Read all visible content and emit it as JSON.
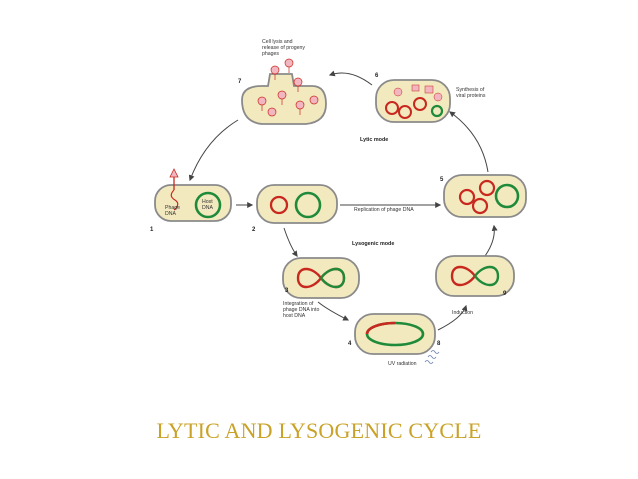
{
  "title": "LYTIC AND LYSOGENIC CYCLE",
  "colors": {
    "title": "#c9a227",
    "cell_fill": "#f3e9bf",
    "cell_stroke": "#8a8a8a",
    "host_dna": "#1f8a3a",
    "phage_dna": "#c8281e",
    "protein": "#f2b6c0",
    "arrow": "#444444"
  },
  "steps": {
    "s1": {
      "number": "1",
      "labels": {
        "phage_dna": "Phage\nDNA",
        "host_dna": "Host\nDNA"
      }
    },
    "s2": {
      "number": "2"
    },
    "s3": {
      "number": "3",
      "caption": "Integration of\nphage DNA into\nhost DNA"
    },
    "s4": {
      "number": "4"
    },
    "s5": {
      "number": "5"
    },
    "s6": {
      "number": "6",
      "caption": "Synthesis of\nviral proteins"
    },
    "s7": {
      "number": "7",
      "caption": "Cell lysis and\nrelease of progeny\nphages"
    },
    "s8": {
      "number": "8",
      "caption": "UV radiation"
    },
    "s9": {
      "number": "9",
      "caption": "Induction"
    }
  },
  "modes": {
    "lytic": "Lytic mode",
    "lysogenic": "Lysogenic mode"
  },
  "replication_label": "Replication of phage DNA"
}
